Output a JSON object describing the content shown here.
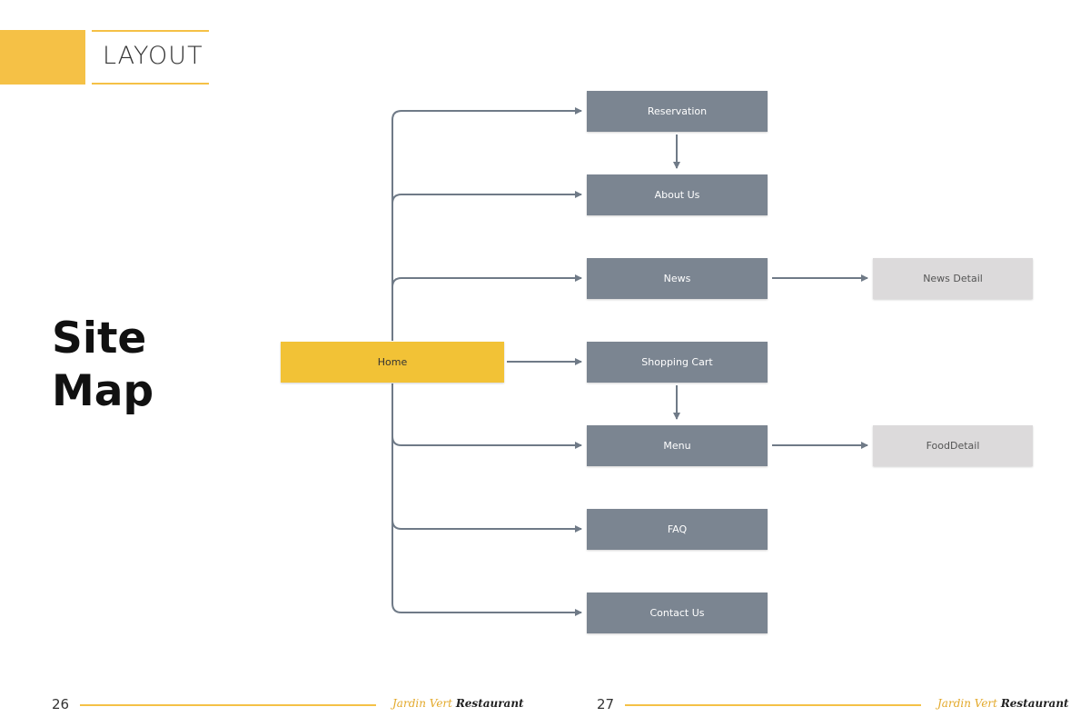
{
  "header": {
    "title": "LAYOUT"
  },
  "page_title": {
    "line1": "Site",
    "line2": "Map"
  },
  "colors": {
    "accent": "#f5c146",
    "node_primary": "#7b8591",
    "node_root": "#f2c236",
    "node_detail": "#dcdadb",
    "connector": "#6f7a87"
  },
  "nodes": {
    "home": "Home",
    "reservation": "Reservation",
    "about_us": "About Us",
    "news": "News",
    "news_detail": "News Detail",
    "shopping_cart": "Shopping Cart",
    "menu": "Menu",
    "food_detail": "FoodDetail",
    "faq": "FAQ",
    "contact_us": "Contact Us"
  },
  "footer": {
    "left": {
      "page": "26",
      "brand_italic": "Jardin Vert",
      "brand_bold": "Restaurant"
    },
    "right": {
      "page": "27",
      "brand_italic": "Jardin Vert",
      "brand_bold": "Restaurant"
    }
  }
}
